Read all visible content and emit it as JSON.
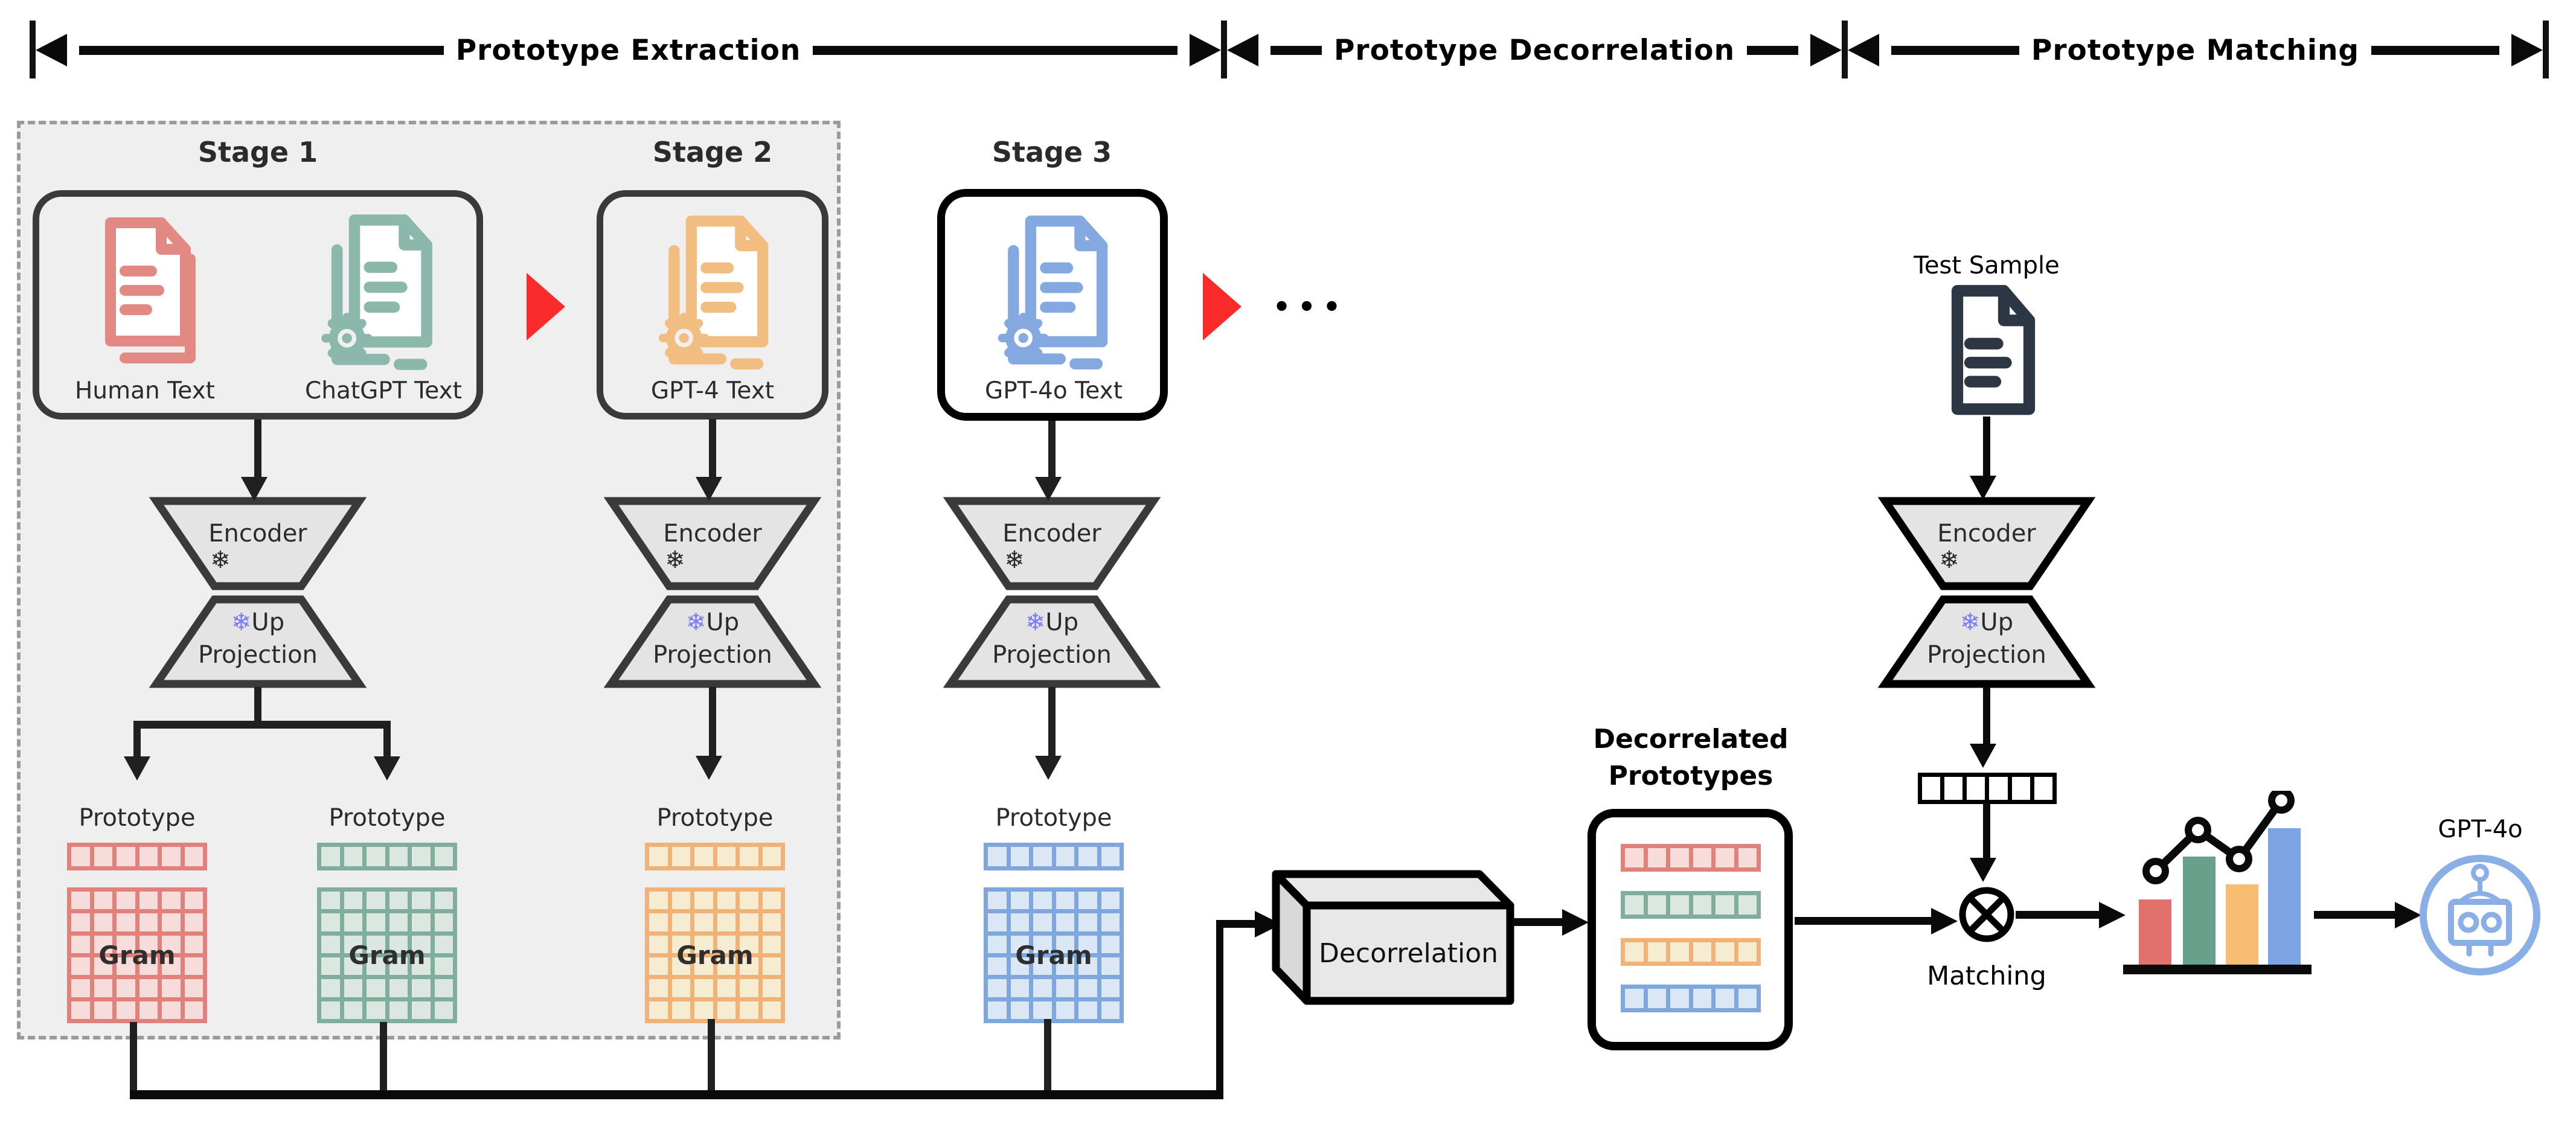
{
  "header": {
    "phases": [
      {
        "label": "Prototype Extraction"
      },
      {
        "label": "Prototype Decorrelation"
      },
      {
        "label": "Prototype Matching"
      }
    ]
  },
  "stages": [
    {
      "title": "Stage 1",
      "doc_labels": [
        "Human Text",
        "ChatGPT Text"
      ]
    },
    {
      "title": "Stage 2",
      "doc_labels": [
        "GPT-4 Text"
      ]
    },
    {
      "title": "Stage 3",
      "doc_labels": [
        "GPT-4o Text"
      ]
    }
  ],
  "ellipsis": "•••",
  "encoder": {
    "label": "Encoder",
    "frozen_icon": "❄"
  },
  "up_projection": {
    "line1": "Up",
    "line2": "Projection",
    "frozen_icon": "❄"
  },
  "prototype_label": "Prototype",
  "gram_label": "Gram",
  "decorrelation_label": "Decorrelation",
  "decorrelated": {
    "line1": "Decorrelated",
    "line2": "Prototypes"
  },
  "test_sample_label": "Test Sample",
  "matching_label": "Matching",
  "output_model_label": "GPT-4o",
  "colors": {
    "ink": "#3a3a3a",
    "panel_bg": "#efefef",
    "panel_border": "#9b9b9b",
    "accent_red": "#fb2b2b",
    "frost": "#7b7bf2",
    "robot_blue": "#8aaee6",
    "test_doc": "#2d3643",
    "trapezoid_fill": "#e4e4e4",
    "box3d_fill": "#e8e8e8",
    "box3d_side": "#d9d9d9",
    "red_border": "#e2817c",
    "red_fill": "#f6dcda",
    "red_icon": "#e28984",
    "green_border": "#7fae9f",
    "green_fill": "#dbe7e0",
    "green_icon": "#8cb8ab",
    "orange_border": "#f1b277",
    "orange_fill": "#f6ecd2",
    "orange_icon": "#f2bd80",
    "blue_border": "#7ea7dd",
    "blue_fill": "#dce7f6",
    "blue_icon": "#83a9e0",
    "bar_red": "#e0716c",
    "bar_green": "#67a18c",
    "bar_orange": "#f8bc72",
    "bar_blue": "#7ca4e2"
  }
}
